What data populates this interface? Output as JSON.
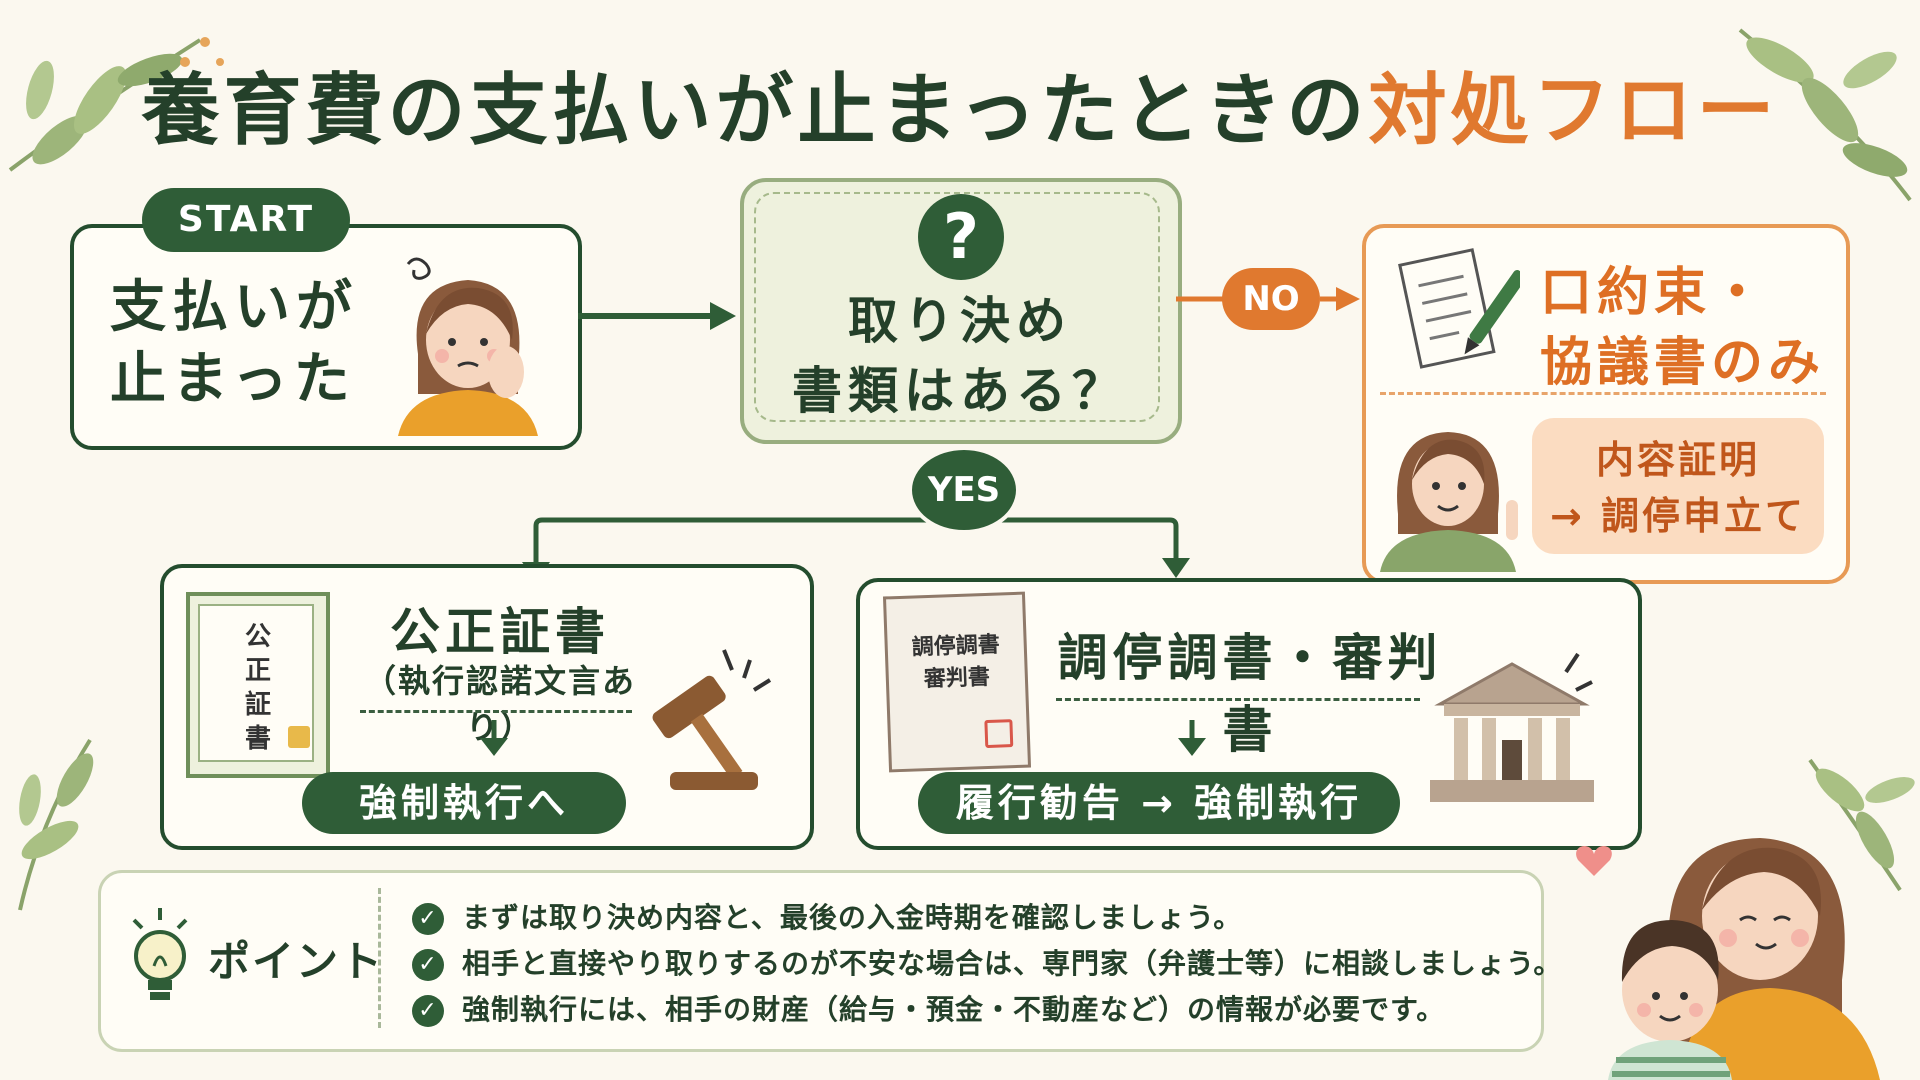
{
  "title": {
    "main": "養育費の支払いが止まったときの",
    "accent": "対処フロー"
  },
  "start": {
    "tag": "START",
    "line1": "支払いが",
    "line2": "止まった"
  },
  "decision": {
    "icon": "?",
    "line1": "取り決め",
    "line2": "書類はある？"
  },
  "branches": {
    "yes": "YES",
    "no": "NO"
  },
  "no_path": {
    "title_line1": "口約束・",
    "title_line2": "協議書のみ",
    "action_line1": "内容証明",
    "action_line2": "→ 調停申立て"
  },
  "kosei": {
    "doc_label": "公正証書",
    "title": "公正証書",
    "subtitle": "（執行認諾文言あり）",
    "action": "強制執行へ"
  },
  "chotei": {
    "doc_line1": "調停調書",
    "doc_line2": "審判書",
    "title": "調停調書・審判書",
    "action": "履行勧告 → 強制執行"
  },
  "point": {
    "label": "ポイント",
    "items": [
      "まずは取り決め内容と、最後の入金時期を確認しましょう。",
      "相手と直接やり取りするのが不安な場合は、専門家（弁護士等）に相談しましょう。",
      "強制執行には、相手の財産（給与・預金・不動産など）の情報が必要です。"
    ]
  },
  "colors": {
    "dark_green": "#2f5d37",
    "outline_green": "#244d2e",
    "sage": "#98ad7f",
    "orange": "#e0792f",
    "background": "#fbf8ef"
  }
}
